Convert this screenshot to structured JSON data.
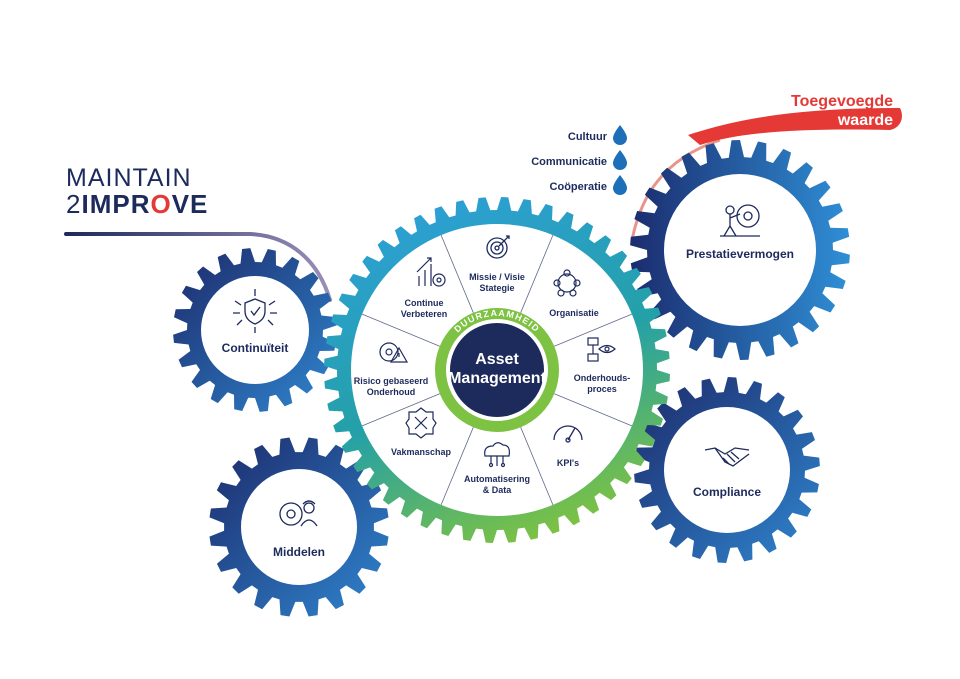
{
  "brand": {
    "line1": "MAINTAIN",
    "line2_prefix": "2",
    "line2_main": "IMPR",
    "line2_o": "O",
    "line2_end": "VE"
  },
  "top_right": {
    "line1": "Toegevoegde",
    "line2": "waarde"
  },
  "values": [
    "Cultuur",
    "Communicatie",
    "Coöperatie"
  ],
  "center": {
    "line1": "Asset",
    "line2": "Management",
    "ring_label": "DUURZAAMHEID"
  },
  "segments": [
    {
      "lines": [
        "Missie / Visie",
        "Stategie"
      ],
      "icon": "target-gear-icon"
    },
    {
      "lines": [
        "Organisatie"
      ],
      "icon": "people-network-icon"
    },
    {
      "lines": [
        "Onderhouds-",
        "proces"
      ],
      "icon": "process-eye-icon"
    },
    {
      "lines": [
        "KPI's"
      ],
      "icon": "gauge-icon"
    },
    {
      "lines": [
        "Automatisering",
        "& Data"
      ],
      "icon": "cloud-data-icon"
    },
    {
      "lines": [
        "Vakmanschap"
      ],
      "icon": "tools-badge-icon"
    },
    {
      "lines": [
        "Risico gebaseerd",
        "Onderhoud"
      ],
      "icon": "gear-warning-icon"
    },
    {
      "lines": [
        "Continue",
        "Verbeteren"
      ],
      "icon": "growth-gear-icon"
    }
  ],
  "gears": {
    "continuiteit": {
      "label": "Continuïteit",
      "icon": "shield-check-icon"
    },
    "middelen": {
      "label": "Middelen",
      "icon": "worker-gear-icon"
    },
    "prestatievermogen": {
      "label": "Prestatievermogen",
      "icon": "push-gear-icon"
    },
    "compliance": {
      "label": "Compliance",
      "icon": "handshake-icon"
    }
  },
  "colors": {
    "navy": "#1d2a5c",
    "blue": "#2b6cb8",
    "teal": "#1a9c9b",
    "green": "#7dc242",
    "red": "#e53935",
    "salmon": "#e8948a"
  }
}
